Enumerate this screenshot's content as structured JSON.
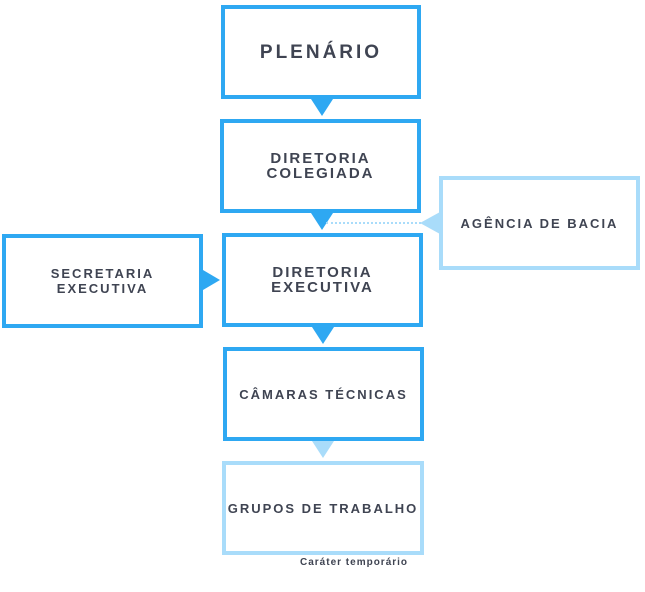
{
  "nodes": {
    "plenario": "PLENÁRIO",
    "diretoria_colegiada": [
      "DIRETORIA",
      "COLEGIADA"
    ],
    "agencia_de_bacia": "AGÊNCIA DE BACIA",
    "secretaria_executiva": [
      "SECRETARIA",
      "EXECUTIVA"
    ],
    "diretoria_executiva": [
      "DIRETORIA",
      "EXECUTIVA"
    ],
    "camaras_tecnicas": "CÂMARAS TÉCNICAS",
    "grupos_de_trabalho": "GRUPOS DE TRABALHO"
  },
  "note": "Caráter temporário",
  "colors": {
    "primary": "#2ea8f2",
    "light": "#a9dcfa",
    "text": "#3f4452"
  }
}
